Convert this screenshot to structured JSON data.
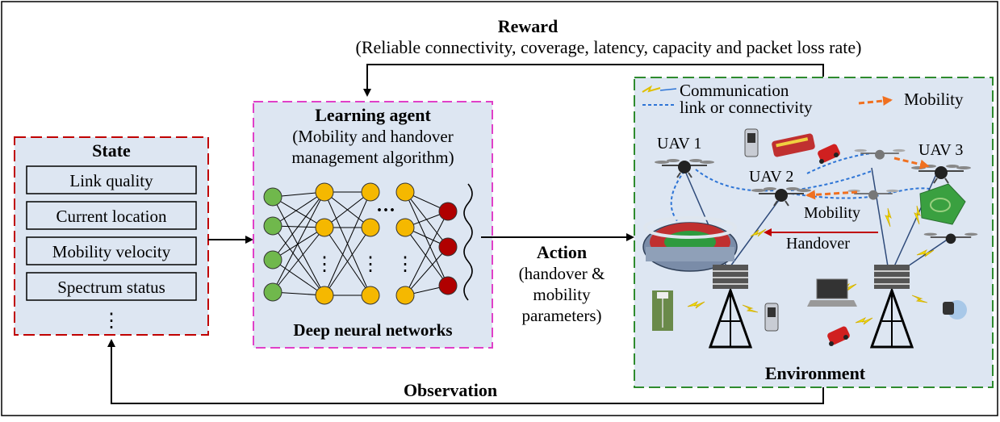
{
  "reward": {
    "title": "Reward",
    "subtitle": "(Reliable connectivity, coverage, latency, capacity and packet loss rate)"
  },
  "state": {
    "title": "State",
    "items": [
      "Link quality",
      "Current location",
      "Mobility velocity",
      "Spectrum status"
    ],
    "ellipsis": "⋮"
  },
  "agent": {
    "title": "Learning agent",
    "subtitle_line1": "(Mobility and handover",
    "subtitle_line2": "management algorithm)",
    "network_label": "Deep neural networks",
    "dots_h": "···",
    "dots_v": "⋮"
  },
  "action": {
    "title": "Action",
    "line1": "(handover &",
    "line2": "mobility",
    "line3": "parameters)"
  },
  "environment": {
    "title": "Environment",
    "legend_link_line1": "Communication",
    "legend_link_line2": "link or connectivity",
    "legend_mobility": "Mobility",
    "uav1": "UAV 1",
    "uav2": "UAV 2",
    "uav3": "UAV 3",
    "mobility_label": "Mobility",
    "handover_label": "Handover"
  },
  "observation": {
    "title": "Observation"
  },
  "colors": {
    "panel_fill": "#dde6f2",
    "state_border": "#c00000",
    "agent_border": "#e040c8",
    "env_border": "#2e8b2e",
    "input_node": "#70b84c",
    "hidden_node": "#f5b800",
    "output_node": "#b00000",
    "link_dash": "#2e75d6",
    "mobility_arrow": "#f07020",
    "handover_arrow": "#c00000"
  }
}
